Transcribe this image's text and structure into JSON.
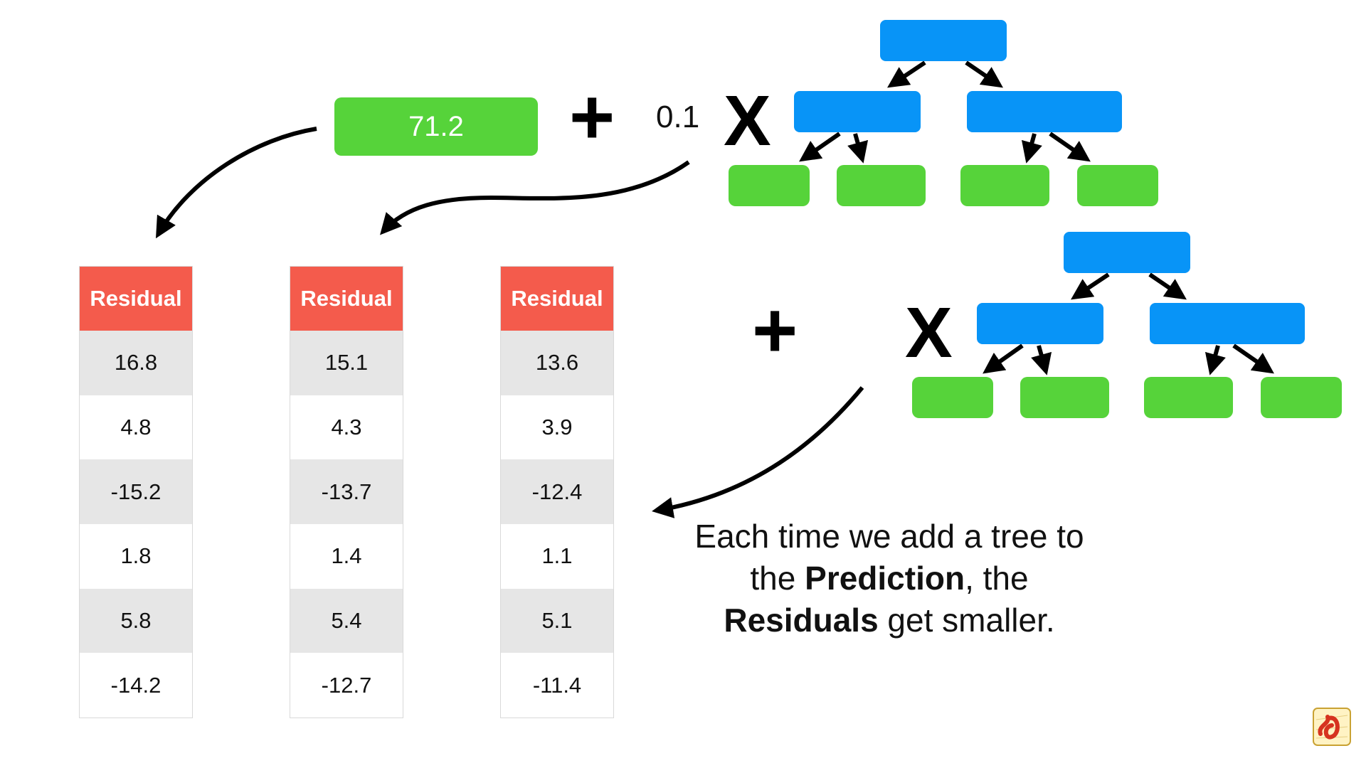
{
  "prediction": "71.2",
  "learning_rate": "0.1",
  "tables": [
    {
      "header": "Residual",
      "values": [
        "16.8",
        "4.8",
        "-15.2",
        "1.8",
        "5.8",
        "-14.2"
      ]
    },
    {
      "header": "Residual",
      "values": [
        "15.1",
        "4.3",
        "-13.7",
        "1.4",
        "5.4",
        "-12.7"
      ]
    },
    {
      "header": "Residual",
      "values": [
        "13.6",
        "3.9",
        "-12.4",
        "1.1",
        "5.1",
        "-11.4"
      ]
    }
  ],
  "caption": {
    "line1": "Each time we add a tree to",
    "line2_pre": "the ",
    "line2_bold": "Prediction",
    "line2_post": ", the",
    "line3_bold": "Residuals",
    "line3_post": " get smaller."
  },
  "symbols": {
    "plus": "+",
    "times": "X"
  },
  "colors": {
    "leaf_green": "#56d33a",
    "node_blue": "#0894f7",
    "header_red": "#f45b4c",
    "row_gray": "#e6e6e6"
  },
  "icons": [
    "logo-badge"
  ]
}
